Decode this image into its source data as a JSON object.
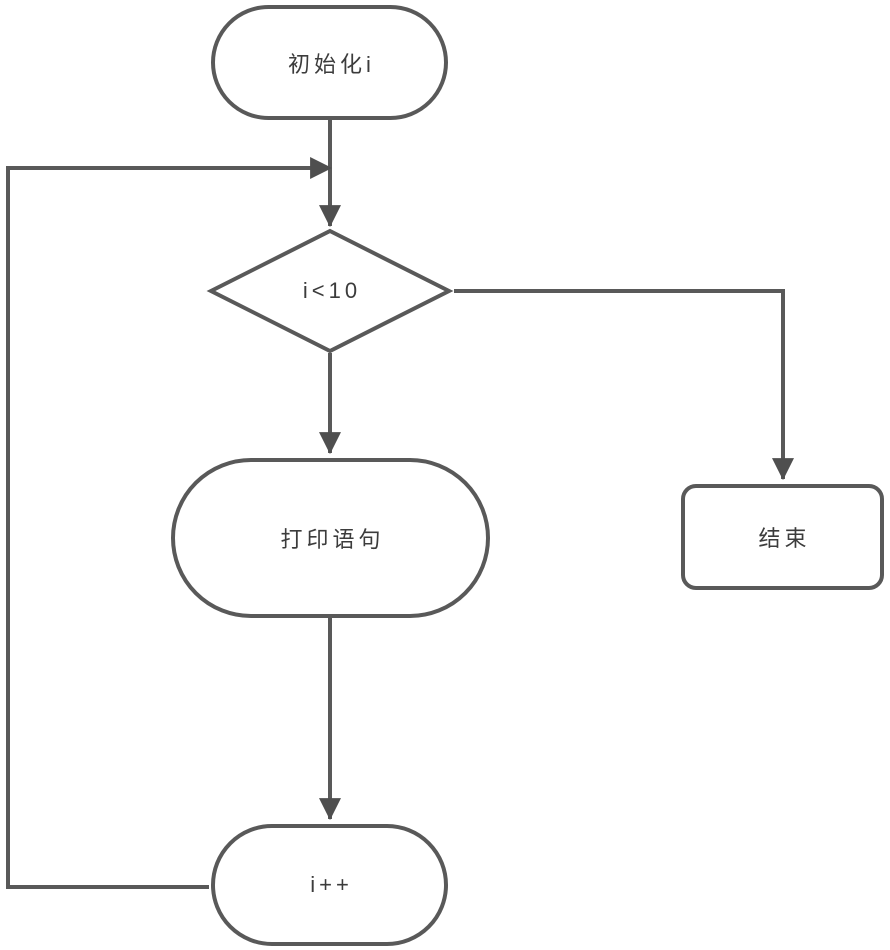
{
  "diagram": {
    "type": "flowchart",
    "nodes": [
      {
        "id": "start",
        "shape": "stadium",
        "label": "初始化i"
      },
      {
        "id": "decision",
        "shape": "diamond",
        "label": "i<10"
      },
      {
        "id": "print",
        "shape": "stadium",
        "label": "打印语句"
      },
      {
        "id": "end",
        "shape": "rounded-rectangle",
        "label": "结束"
      },
      {
        "id": "increment",
        "shape": "stadium",
        "label": "i++"
      }
    ],
    "edges": [
      {
        "from": "start",
        "to": "decision"
      },
      {
        "from": "decision",
        "to": "print"
      },
      {
        "from": "decision",
        "to": "end"
      },
      {
        "from": "print",
        "to": "increment"
      },
      {
        "from": "increment",
        "to": "decision"
      }
    ],
    "colors": {
      "stroke": "#595959",
      "arrow": "#4f4f4f",
      "text": "#3c3c3c",
      "node_fill": "#ffffff",
      "background": "#ffffff"
    }
  }
}
